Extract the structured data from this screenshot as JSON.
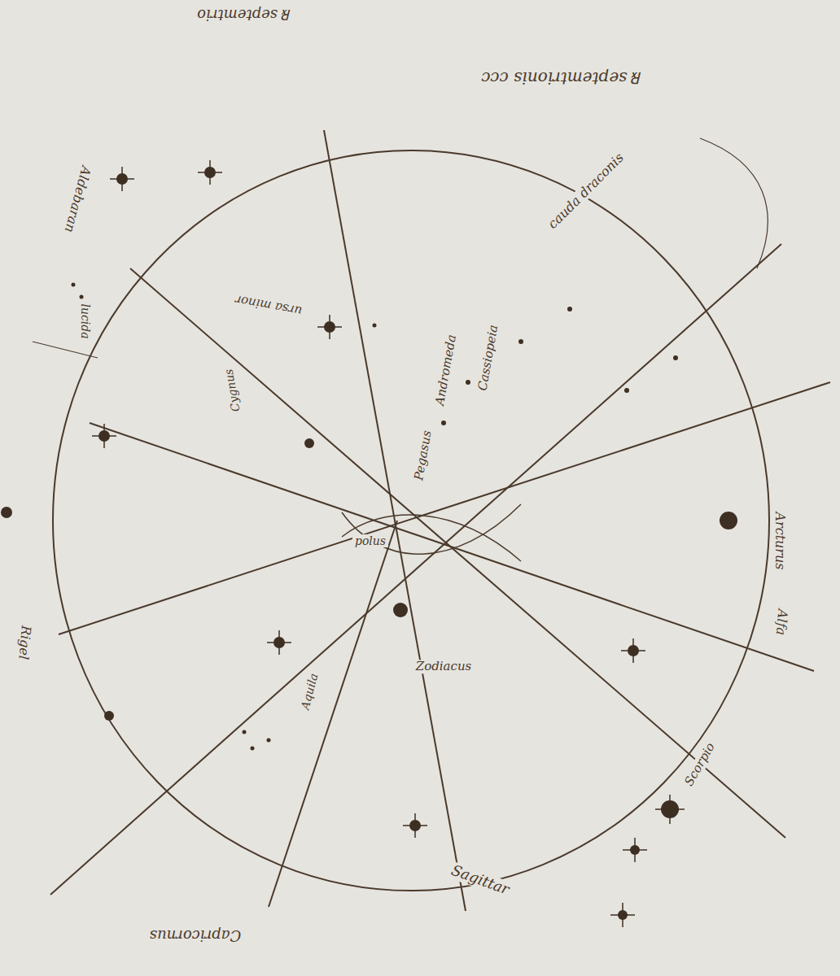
{
  "diagram": {
    "labels": [
      "℞ septemtrio",
      "℞ septemtrionis ccc",
      "Aldebaran",
      "lucida",
      "Rigel",
      "Capricornus",
      "Sagittar",
      "Alfa",
      "Arcturus",
      "cauda draconis",
      "Cassiopeia",
      "Andromeda",
      "Pegasus",
      "polus",
      "ursa minor",
      "Scorpio",
      "Aquila",
      "Zodiacus",
      "Cygnus"
    ]
  }
}
